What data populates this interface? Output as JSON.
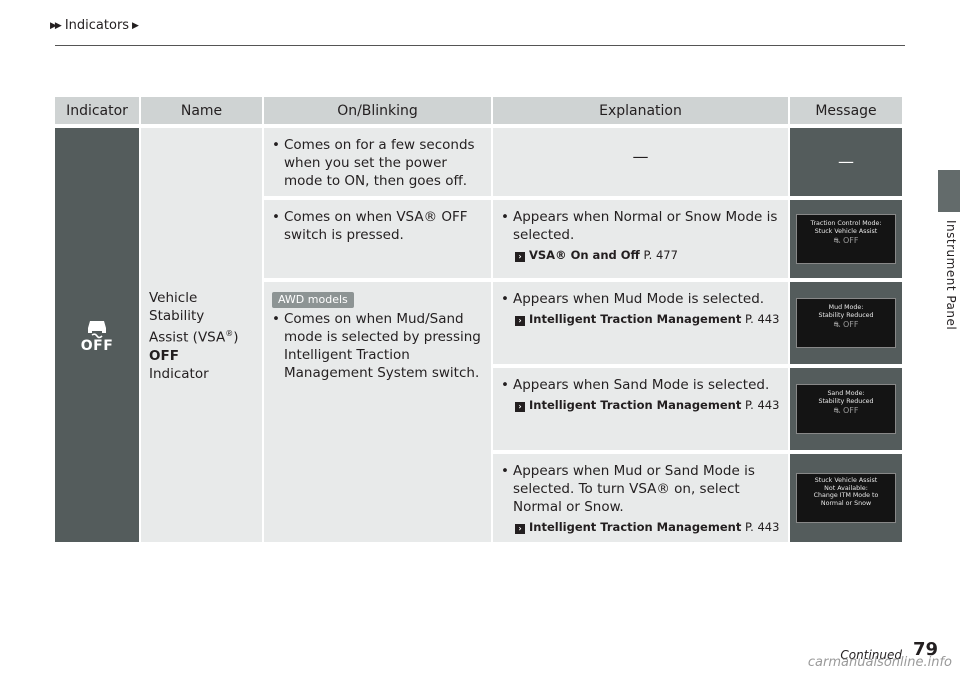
{
  "header": {
    "breadcrumb": "Indicators"
  },
  "side_tab": {
    "label": "Instrument Panel"
  },
  "table": {
    "headers": [
      "Indicator",
      "Name",
      "On/Blinking",
      "Explanation",
      "Message"
    ],
    "indicator_icon_text": "OFF",
    "name": {
      "line1": "Vehicle Stability",
      "line2": "Assist (VSA",
      "reg": "®",
      "close": ")",
      "off": "OFF",
      "line3": "Indicator"
    },
    "rows": [
      {
        "on": "Comes on for a few seconds when you set the power mode to ON, then goes off.",
        "explanation_dash": "—",
        "message_dash": "—"
      },
      {
        "on": "Comes on when VSA® OFF switch is pressed.",
        "explanation": "Appears when Normal or Snow Mode is selected.",
        "ref_title": "VSA® On and Off",
        "ref_page": "P. 477",
        "screen": [
          "Traction Control Mode:",
          "Stuck Vehicle Assist"
        ]
      },
      {
        "awd_badge": "AWD models",
        "on": "Comes on when Mud/Sand mode is selected by pressing Intelligent Traction Management System switch.",
        "explanation": "Appears when Mud Mode is selected.",
        "ref_title": "Intelligent Traction Management",
        "ref_page": "P. 443",
        "screen": [
          "Mud Mode:",
          "Stability Reduced"
        ]
      },
      {
        "explanation": "Appears when Sand Mode is selected.",
        "ref_title": "Intelligent Traction Management",
        "ref_page": "P. 443",
        "screen": [
          "Sand Mode:",
          "Stability Reduced"
        ]
      },
      {
        "explanation": "Appears when Mud or Sand Mode is selected. To turn VSA® on, select Normal or Snow.",
        "ref_title": "Intelligent Traction Management",
        "ref_page": "P. 443",
        "screen": [
          "Stuck Vehicle Assist",
          "Not Available:",
          "Change ITM Mode to",
          "Normal or Snow"
        ]
      }
    ],
    "screen_off_text": "OFF"
  },
  "footer": {
    "continued": "Continued",
    "page": "79",
    "watermark": "carmanualsonline.info"
  }
}
